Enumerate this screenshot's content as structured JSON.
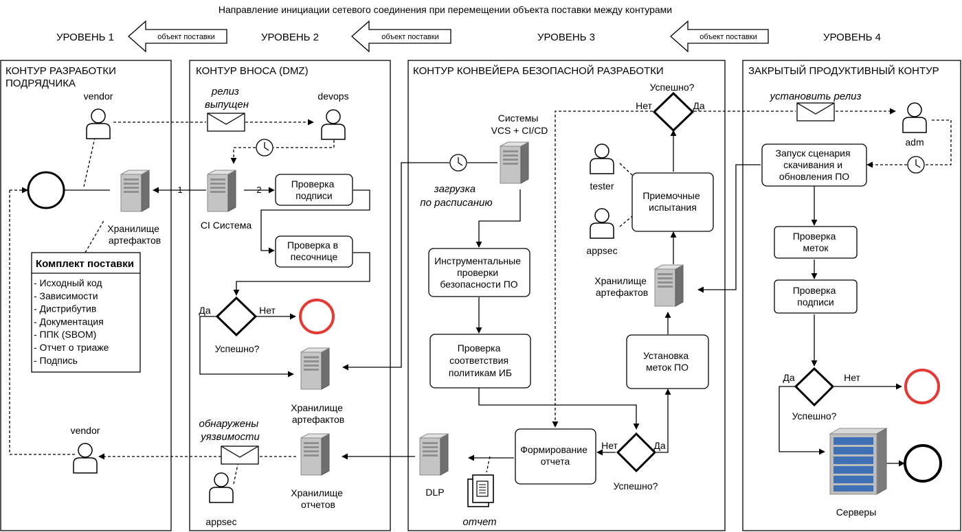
{
  "title": "Направление инициации сетевого соединения при перемещении объекта поставки между контурами",
  "levels": {
    "l1": "УРОВЕНЬ 1",
    "l2": "УРОВЕНЬ 2",
    "l3": "УРОВЕНЬ 3",
    "l4": "УРОВЕНЬ 4"
  },
  "level_arrow_label": "объект поставки",
  "contours": {
    "c1": [
      "КОНТУР РАЗРАБОТКИ",
      "ПОДРЯДЧИКА"
    ],
    "c2": "КОНТУР ВНОСА (DMZ)",
    "c3": "КОНТУР КОНВЕЙЕРА БЕЗОПАСНОЙ РАЗРАБОТКИ",
    "c4": "ЗАКРЫТЫЙ ПРОДУКТИВНЫЙ КОНТУР"
  },
  "c1": {
    "vendor_top": "vendor",
    "vendor_bottom": "vendor",
    "storage": [
      "Хранилище",
      "артефактов"
    ],
    "kit_title": "Комплект поставки",
    "kit_items": [
      "- Исходный код",
      "- Зависимости",
      "- Дистрибутив",
      "- Документация",
      "- ППК (SBOM)",
      "- Отчет о триаже",
      "- Подпись"
    ]
  },
  "c2": {
    "release_msg": [
      "релиз",
      "выпущен"
    ],
    "devops": "devops",
    "ci": "CI Система",
    "edge1": "1",
    "edge2": "2",
    "check_sign": [
      "Проверка",
      "подписи"
    ],
    "check_sandbox": [
      "Проверка в",
      "песочнице"
    ],
    "yes": "Да",
    "no": "Нет",
    "success": "Успешно?",
    "storage_art": [
      "Хранилище",
      "артефактов"
    ],
    "vuln_msg": [
      "обнаружены",
      "уязвимости"
    ],
    "storage_rep": [
      "Хранилище",
      "отчетов"
    ],
    "appsec": "appsec"
  },
  "c3": {
    "vcs": [
      "Системы",
      "VCS + CI/CD"
    ],
    "schedule": [
      "загрузка",
      "по расписанию"
    ],
    "tools": [
      "Инструментальные",
      "проверки",
      "безопасности ПО"
    ],
    "policy": [
      "Проверка",
      "соответствия",
      "политикам ИБ"
    ],
    "dlp": "DLP",
    "report_doc": "отчет",
    "report": [
      "Формирование",
      "отчета"
    ],
    "no": "Нет",
    "yes": "Да",
    "success_bottom": "Успешно?",
    "labels": [
      "Установка",
      "меток ПО"
    ],
    "storage": [
      "Хранилище",
      "артефактов"
    ],
    "acceptance": [
      "Приемочные",
      "испытания"
    ],
    "tester": "tester",
    "appsec": "appsec",
    "success_top": "Успешно?",
    "no_top": "Нет",
    "yes_top": "Да"
  },
  "c4": {
    "install_msg": "установить релиз",
    "adm": "adm",
    "launch": [
      "Запуск сценария",
      "скачивания и",
      "обновления ПО"
    ],
    "check_labels": [
      "Проверка",
      "меток"
    ],
    "check_sign": [
      "Проверка",
      "подписи"
    ],
    "yes": "Да",
    "no": "Нет",
    "success": "Успешно?",
    "servers": "Серверы"
  },
  "colors": {
    "fail": "#e53935",
    "line": "#000000",
    "server_gray": "#9e9e9e",
    "server_blue": "#3f6fb5"
  }
}
